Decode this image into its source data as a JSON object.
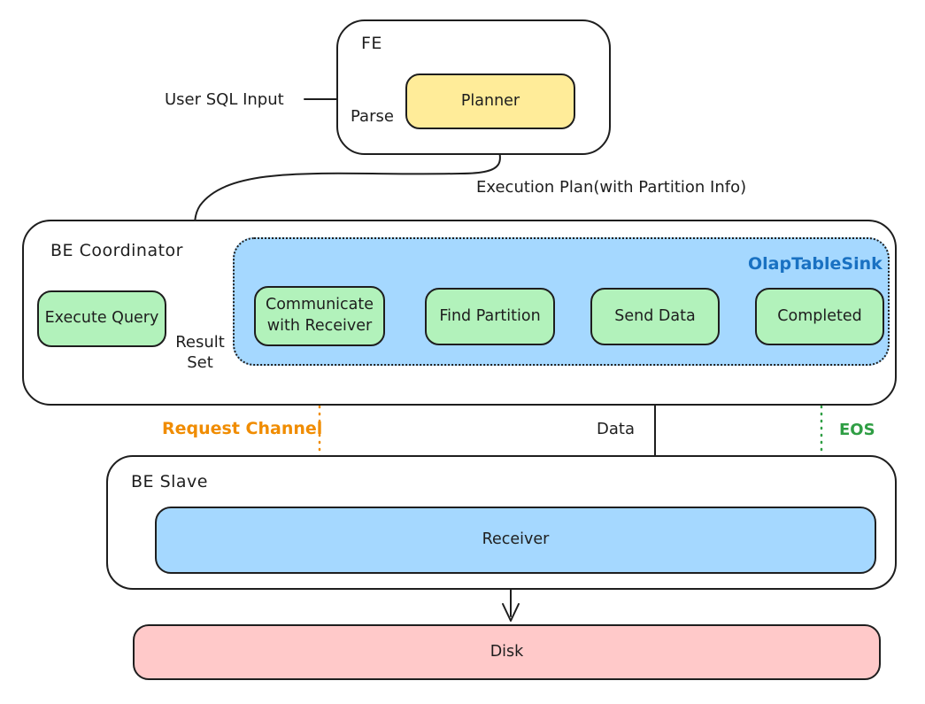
{
  "fe": {
    "label": "FE",
    "planner": "Planner"
  },
  "flow_labels": {
    "user_sql_input": "User SQL Input",
    "parse": "Parse",
    "execution_plan": "Execution Plan(with Partition Info)",
    "result_set": "Result Set"
  },
  "be_coordinator": {
    "label": "BE Coordinator",
    "execute_query": "Execute Query",
    "olap_table_sink": {
      "label": "OlapTableSink",
      "steps": [
        "Communicate with Receiver",
        "Find Partition",
        "Send Data",
        "Completed"
      ]
    }
  },
  "channels": {
    "request_channel": "Request Channel",
    "data": "Data",
    "eos": "EOS"
  },
  "be_slave": {
    "label": "BE Slave",
    "receiver": "Receiver"
  },
  "disk": {
    "label": "Disk"
  },
  "colors": {
    "stroke": "#1e1e1e",
    "node_green": "#b2f2bb",
    "node_yellow": "#ffec99",
    "container_blue": "#a5d8ff",
    "disk_pink": "#ffc9c9",
    "accent_orange": "#f08c00",
    "accent_green": "#2f9e44",
    "accent_blue": "#1971c2"
  }
}
